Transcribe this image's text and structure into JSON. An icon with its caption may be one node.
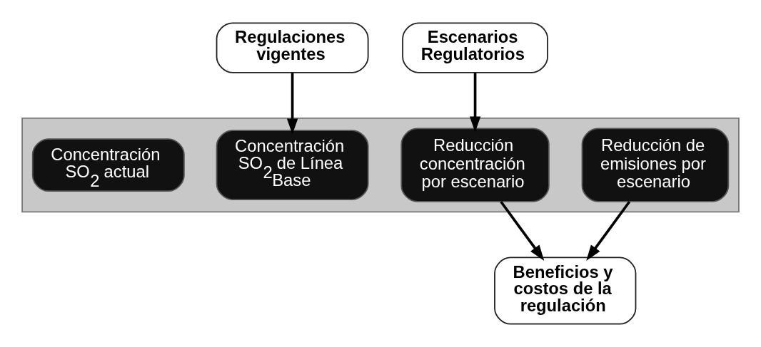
{
  "diagram": {
    "nodes": [
      {
        "text": [],
        "shape": "arrow"
      },
      {
        "text": [
          "Concentración SO$_{2}$ actual"
        ],
        "in": 0
      },
      {
        "text": [
          "Concentración SO$_{2}$ de Línea Base"
        ],
        "in": 0
      },
      {
        "text": [
          "Reducción concentración por escenario"
        ],
        "in": 0
      },
      {
        "text": [
          "Reducción de emisiones por escenario"
        ],
        "in": 0
      },
      {
        "text": [
          "Regulaciones vigentes"
        ]
      },
      {
        "text": [
          "Escenarios Regulatorios"
        ]
      },
      {
        "text": [
          "Beneficios y costos de la regulación"
        ]
      }
    ],
    "edges": [
      {
        "from": 5,
        "to": 2,
        "arrow": "to"
      },
      {
        "from": 6,
        "to": 3,
        "arrow": "to"
      },
      {
        "from": 3,
        "to": 7,
        "arrow": "to"
      },
      {
        "from": 4,
        "to": 7,
        "arrow": "to"
      }
    ]
  }
}
